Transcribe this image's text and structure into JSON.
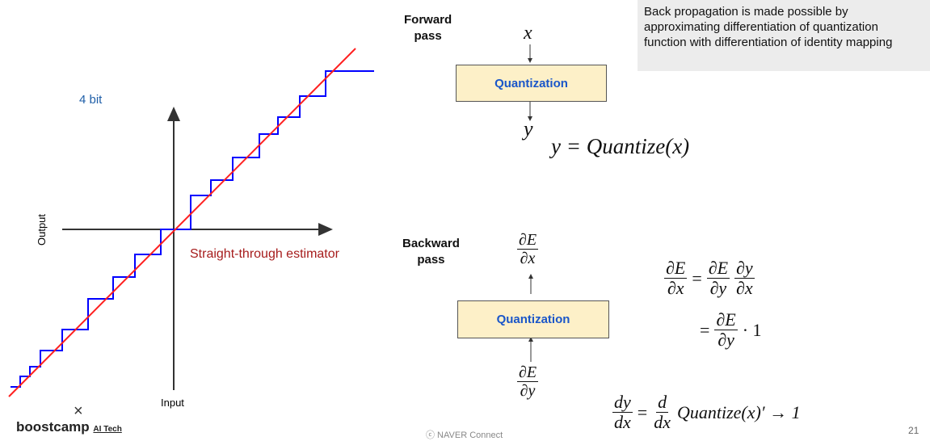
{
  "graph": {
    "bit_label": "4 bit",
    "x_label": "Input",
    "y_label": "Output",
    "line_label": "Straight-through estimator",
    "colors": {
      "step": "#0000ff",
      "line": "#ff2020",
      "label_red": "#a61c1c",
      "label_blue": "#1f5fa8"
    }
  },
  "forward": {
    "title_line1": "Forward",
    "title_line2": "pass",
    "input": "x",
    "box": "Quantization",
    "output": "y",
    "equation": "y = Quantize(x)"
  },
  "backward": {
    "title_line1": "Backward",
    "title_line2": "pass",
    "top_num": "∂E",
    "top_den": "∂x",
    "box": "Quantization",
    "bottom_num": "∂E",
    "bottom_den": "∂y",
    "eq1_lhs_num": "∂E",
    "eq1_lhs_den": "∂x",
    "eq1_r1_num": "∂E",
    "eq1_r1_den": "∂y",
    "eq1_r2_num": "∂y",
    "eq1_r2_den": "∂x",
    "eq2_num": "∂E",
    "eq2_den": "∂y",
    "eq2_tail": "· 1",
    "eq3_lhs_num": "dy",
    "eq3_lhs_den": "dx",
    "eq3_d_num": "d",
    "eq3_d_den": "dx",
    "eq3_tail": "Quantize(x)′ → 1"
  },
  "note": "Back propagation is made possible by approximating differentiation of quantization function with differentiation of identity mapping",
  "footer": {
    "logo_x": "×",
    "logo": "boostcamp",
    "logo_sub": "AI Tech",
    "copyright": "ⓒ  NAVER Connect",
    "page": "21"
  }
}
